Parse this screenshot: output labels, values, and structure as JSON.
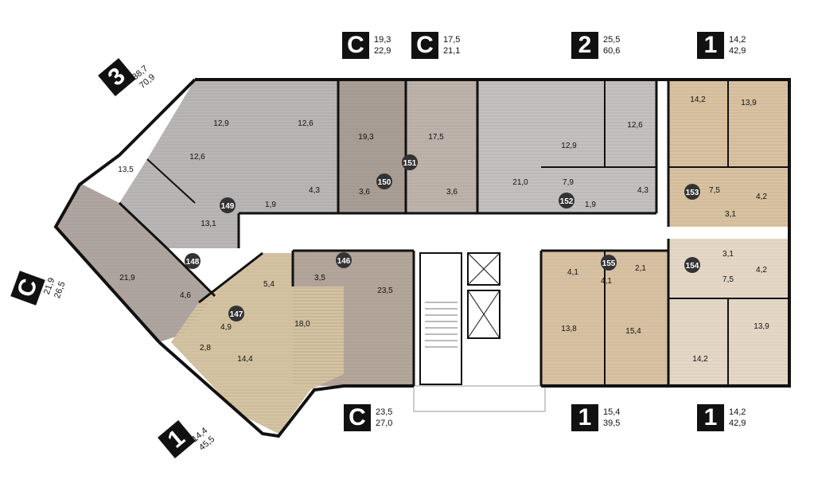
{
  "apartments": [
    {
      "id": "apt-146",
      "number": "146",
      "type": "С",
      "area_living": "23,5",
      "area_total": "27,0",
      "color": "#b4a69a",
      "rooms": [
        {
          "name": "main",
          "area": "23,5"
        },
        {
          "name": "hall",
          "area": "3,5"
        }
      ]
    },
    {
      "id": "apt-147",
      "number": "147",
      "type": "1",
      "area_living": "14,4",
      "area_total": "45,5",
      "color": "#d5c3a2",
      "rooms": [
        {
          "name": "kitchen",
          "area": "18,0"
        },
        {
          "name": "bed",
          "area": "14,4"
        },
        {
          "name": "bath",
          "area": "5,4"
        },
        {
          "name": "hall",
          "area": "4,9"
        },
        {
          "name": "wc",
          "area": "2,8"
        }
      ]
    },
    {
      "id": "apt-148",
      "number": "148",
      "type": "С",
      "area_living": "21,9",
      "area_total": "26,5",
      "color": "#b0a6a0",
      "rooms": [
        {
          "name": "main",
          "area": "21,9"
        },
        {
          "name": "bath",
          "area": "4,6"
        }
      ]
    },
    {
      "id": "apt-149",
      "number": "149",
      "type": "3",
      "area_living": "38,7",
      "area_total": "70,9",
      "color": "#b9b6b5",
      "rooms": [
        {
          "name": "kitchen",
          "area": "12,9"
        },
        {
          "name": "living",
          "area": "12,6"
        },
        {
          "name": "bed",
          "area": "13,5"
        },
        {
          "name": "hall",
          "area": "13,1"
        },
        {
          "name": "bath",
          "area": "4,3"
        },
        {
          "name": "wc",
          "area": "1,9"
        },
        {
          "name": "room",
          "area": "12,6"
        }
      ]
    },
    {
      "id": "apt-150",
      "number": "150",
      "type": "С",
      "area_living": "19,3",
      "area_total": "22,9",
      "color": "#a99e96",
      "rooms": [
        {
          "name": "main",
          "area": "19,3"
        },
        {
          "name": "bath",
          "area": "3,6"
        }
      ]
    },
    {
      "id": "apt-151",
      "number": "151",
      "type": "С",
      "area_living": "17,5",
      "area_total": "21,1",
      "color": "#bdb3ab",
      "rooms": [
        {
          "name": "main",
          "area": "17,5"
        },
        {
          "name": "bath",
          "area": "3,6"
        }
      ]
    },
    {
      "id": "apt-152",
      "number": "152",
      "type": "2",
      "area_living": "25,5",
      "area_total": "60,6",
      "color": "#c4c0bf",
      "rooms": [
        {
          "name": "kitchen",
          "area": "21,0"
        },
        {
          "name": "bed1",
          "area": "12,9"
        },
        {
          "name": "bed2",
          "area": "12,6"
        },
        {
          "name": "hall",
          "area": "7,9"
        },
        {
          "name": "bath",
          "area": "4,3"
        },
        {
          "name": "wc",
          "area": "1,9"
        }
      ]
    },
    {
      "id": "apt-153",
      "number": "153",
      "type": "1",
      "area_living": "14,2",
      "area_total": "42,9",
      "color": "#d9c2a1",
      "rooms": [
        {
          "name": "bed",
          "area": "14,2"
        },
        {
          "name": "kitchen",
          "area": "13,9"
        },
        {
          "name": "hall",
          "area": "7,5"
        },
        {
          "name": "bath",
          "area": "4,2"
        },
        {
          "name": "wc",
          "area": "3,1"
        }
      ]
    },
    {
      "id": "apt-154",
      "number": "154",
      "type": "1",
      "area_living": "14,2",
      "area_total": "42,9",
      "color": "#e6d8c6",
      "rooms": [
        {
          "name": "bed",
          "area": "14,2"
        },
        {
          "name": "kitchen",
          "area": "13,9"
        },
        {
          "name": "hall",
          "area": "7,5"
        },
        {
          "name": "bath",
          "area": "4,2"
        },
        {
          "name": "wc",
          "area": "3,1"
        }
      ]
    },
    {
      "id": "apt-155",
      "number": "155",
      "type": "1",
      "area_living": "15,4",
      "area_total": "39,5",
      "color": "#d8c2a3",
      "rooms": [
        {
          "name": "bed",
          "area": "15,4"
        },
        {
          "name": "kitchen",
          "area": "13,8"
        },
        {
          "name": "hall",
          "area": "4,1"
        },
        {
          "name": "bath",
          "area": "4,1"
        },
        {
          "name": "wc",
          "area": "2,1"
        }
      ]
    }
  ],
  "colors": {
    "wall": "#111111",
    "corridor": "#ffffff",
    "stair": "#e8e8e8"
  }
}
